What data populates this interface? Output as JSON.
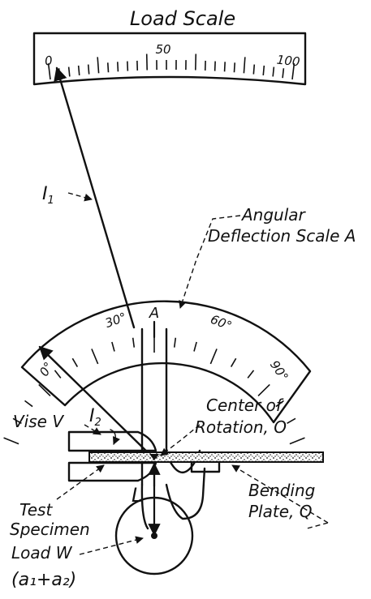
{
  "load_scale": {
    "title": "Load Scale",
    "tick_labels": [
      "0",
      "50",
      "100"
    ]
  },
  "angular_scale": {
    "label_line1": "Angular",
    "label_line2": "Deflection Scale A",
    "mark": "A",
    "tick_labels": [
      "0°",
      "30°",
      "60°",
      "90°"
    ]
  },
  "indicators": {
    "i1": "I",
    "i1_sub": "1",
    "i2": "I",
    "i2_sub": "2"
  },
  "labels": {
    "vise": "Vise V",
    "center_line1": "Center of",
    "center_line2": "Rotation, O",
    "test_line1": "Test",
    "test_line2": "Specimen",
    "load_w": "Load W",
    "load_expr": "(a₁+a₂)",
    "bending_line1": "Bending",
    "bending_line2": "Plate, Q",
    "lever": "L"
  }
}
